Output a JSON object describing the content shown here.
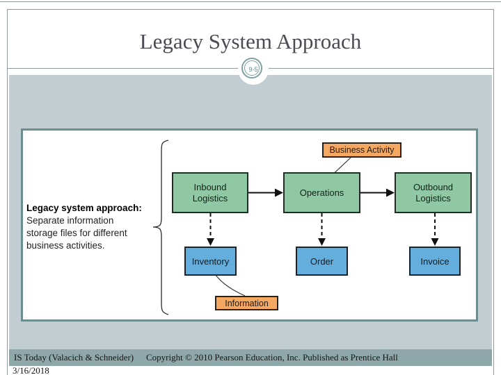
{
  "slide": {
    "title": "Legacy System Approach",
    "page_badge": "9-5"
  },
  "diagram": {
    "caption": {
      "heading": "Legacy system approach:",
      "line1": "Separate information",
      "line2": "storage files for different",
      "line3": "business activities."
    },
    "process_boxes": [
      {
        "line1": "Inbound",
        "line2": "Logistics"
      },
      {
        "line1": "Operations",
        "line2": ""
      },
      {
        "line1": "Outbound",
        "line2": "Logistics"
      }
    ],
    "file_boxes": [
      "Inventory",
      "Order",
      "Invoice"
    ],
    "labels": {
      "top": "Business Activity",
      "bottom": "Information"
    },
    "colors": {
      "process_fill": "#8fc8a3",
      "file_fill": "#63aedd",
      "label_fill": "#f5a862",
      "canvas_bg": "#c1cdd0",
      "footer_band": "#8ea8aa",
      "figure_border": "#6d8e91",
      "badge_ring": "#7ea0a1",
      "title_text": "#4b4b54"
    }
  },
  "footer": {
    "book": "IS Today (Valacich & Schneider)",
    "copyright": "Copyright © 2010 Pearson Education, Inc. Published as Prentice Hall",
    "date": "3/16/2018"
  }
}
